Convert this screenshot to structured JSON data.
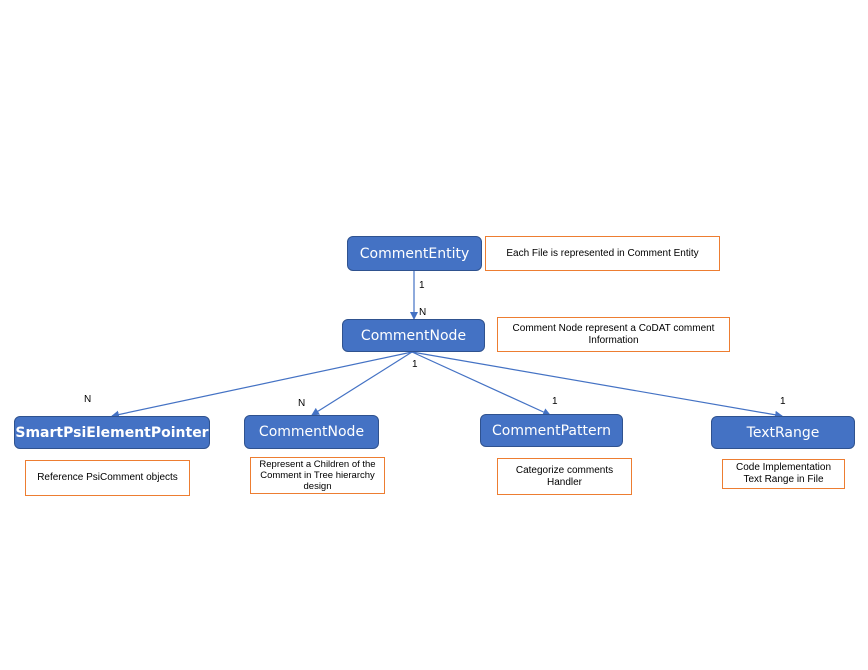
{
  "colors": {
    "node_fill": "#4472c4",
    "node_border": "#2f528f",
    "note_border": "#ed7d31",
    "connector": "#4472c4"
  },
  "nodes": {
    "comment_entity": "CommentEntity",
    "comment_node_root": "CommentNode",
    "smart_psi_element_pointer": "SmartPsiElementPointer",
    "comment_node_child": "CommentNode",
    "comment_pattern": "CommentPattern",
    "text_range": "TextRange"
  },
  "notes": {
    "comment_entity": "Each File is represented in Comment Entity",
    "comment_node_root": "Comment Node represent a CoDAT comment Information",
    "smart_psi_element_pointer": "Reference PsiComment objects",
    "comment_node_child": "Represent a Children of the Comment in Tree hierarchy design",
    "comment_pattern": "Categorize comments Handler",
    "text_range": "Code Implementation Text Range in File"
  },
  "cardinality": {
    "entity_side": "1",
    "node_side": "N",
    "root_side": "1",
    "pointer_side": "N",
    "child_node_side": "N",
    "pattern_side": "1",
    "text_range_side": "1"
  }
}
